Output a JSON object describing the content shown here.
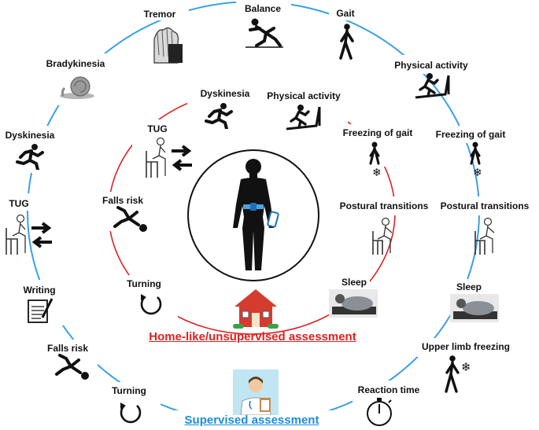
{
  "colors": {
    "outer_ring": "#3aa0e6",
    "inner_ring": "#e02020",
    "accent_blue": "#1a8de0",
    "accent_red": "#e02020",
    "house_red": "#d63b2f"
  },
  "center": {
    "icon": "human-body-with-sensor-and-phone-icon"
  },
  "inner": {
    "title": "Home-like/unsupervised assessment",
    "items": [
      {
        "key": "dyskinesia",
        "label": "Dyskinesia",
        "icon": "running-person-icon"
      },
      {
        "key": "physical_activity",
        "label": "Physical activity",
        "icon": "treadmill-icon"
      },
      {
        "key": "freezing_of_gait",
        "label": "Freezing of gait",
        "icon": "freezing-person-icon"
      },
      {
        "key": "postural_transitions",
        "label": "Postural transitions",
        "icon": "sit-to-stand-icon"
      },
      {
        "key": "sleep",
        "label": "Sleep",
        "icon": "sleeping-person-icon"
      },
      {
        "key": "turning",
        "label": "Turning",
        "icon": "turning-arrow-icon"
      },
      {
        "key": "falls_risk",
        "label": "Falls risk",
        "icon": "falling-person-icon"
      },
      {
        "key": "tug",
        "label": "TUG",
        "icon": "chair-arrows-icon"
      }
    ],
    "house_icon": "house-icon"
  },
  "outer": {
    "title": "Supervised assessment",
    "items": [
      {
        "key": "tremor",
        "label": "Tremor",
        "icon": "tremor-hand-icon"
      },
      {
        "key": "balance",
        "label": "Balance",
        "icon": "slipping-person-icon"
      },
      {
        "key": "gait",
        "label": "Gait",
        "icon": "walking-person-icon"
      },
      {
        "key": "physical_activity",
        "label": "Physical activity",
        "icon": "treadmill-icon"
      },
      {
        "key": "freezing_of_gait",
        "label": "Freezing of gait",
        "icon": "freezing-person-icon"
      },
      {
        "key": "postural_transitions",
        "label": "Postural transitions",
        "icon": "sit-to-stand-icon"
      },
      {
        "key": "sleep",
        "label": "Sleep",
        "icon": "sleeping-person-icon"
      },
      {
        "key": "upper_limb_freezing",
        "label": "Upper limb freezing",
        "icon": "walking-freezing-icon"
      },
      {
        "key": "reaction_time",
        "label": "Reaction time",
        "icon": "stopwatch-icon"
      },
      {
        "key": "turning",
        "label": "Turning",
        "icon": "turning-arrow-icon"
      },
      {
        "key": "falls_risk",
        "label": "Falls risk",
        "icon": "falling-person-icon"
      },
      {
        "key": "writing",
        "label": "Writing",
        "icon": "notepad-pencil-icon"
      },
      {
        "key": "tug",
        "label": "TUG",
        "icon": "chair-arrows-icon"
      },
      {
        "key": "dyskinesia",
        "label": "Dyskinesia",
        "icon": "running-person-icon"
      },
      {
        "key": "bradykinesia",
        "label": "Bradykinesia",
        "icon": "snail-icon"
      }
    ],
    "doctor_icon": "doctor-clipboard-icon"
  }
}
